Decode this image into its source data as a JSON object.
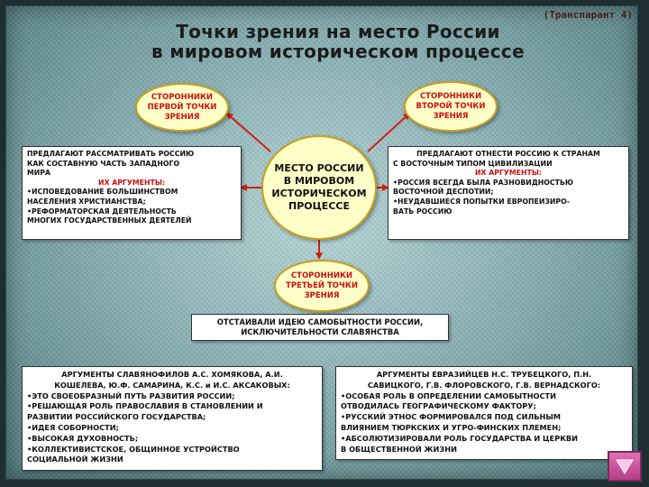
{
  "title": {
    "line1": "Точки зрения на место России",
    "line2": "в мировом историческом процессе"
  },
  "transparency_label": "(Транспарант 4)",
  "center": {
    "l1": "МЕСТО РОССИИ",
    "l2": "В МИРОВОМ",
    "l3": "ИСТОРИЧЕСКОМ",
    "l4": "ПРОЦЕССЕ"
  },
  "first": {
    "oval": {
      "l1": "СТОРОННИКИ",
      "l2": "ПЕРВОЙ ТОЧКИ",
      "l3": "ЗРЕНИЯ"
    },
    "lines": [
      "ПРЕДЛАГАЮТ РАССМАТРИВАТЬ РОССИЮ",
      "КАК СОСТАВНУЮ ЧАСТЬ ЗАПАДНОГО",
      "МИРА"
    ],
    "args_title": "ИХ АРГУМЕНТЫ:",
    "args": [
      "•ИСПОВЕДОВАНИЕ БОЛЬШИНСТВОМ",
      "НАСЕЛЕНИЯ ХРИСТИАНСТВА;",
      "•РЕФОРМАТОРСКАЯ ДЕЯТЕЛЬНОСТЬ",
      "МНОГИХ ГОСУДАРСТВЕННЫХ ДЕЯТЕЛЕЙ"
    ]
  },
  "second": {
    "oval": {
      "l1": "СТОРОННИКИ",
      "l2": "ВТОРОЙ ТОЧКИ",
      "l3": "ЗРЕНИЯ"
    },
    "lines": [
      "ПРЕДЛАГАЮТ ОТНЕСТИ РОССИЮ К СТРАНАМ",
      "С ВОСТОЧНЫМ ТИПОМ ЦИВИЛИЗАЦИИ"
    ],
    "args_title": "ИХ АРГУМЕНТЫ:",
    "args": [
      "•РОССИЯ ВСЕГДА БЫЛА РАЗНОВИДНОСТЬЮ",
      "ВОСТОЧНОЙ ДЕСПОТИИ;",
      "•НЕУДАВШИЕСЯ ПОПЫТКИ ЕВРОПЕИЗИРО-",
      "ВАТЬ РОССИЮ"
    ]
  },
  "third": {
    "oval": {
      "l1": "СТОРОННИКИ",
      "l2": "ТРЕТЬЕЙ ТОЧКИ",
      "l3": "ЗРЕНИЯ"
    },
    "idea": {
      "l1": "ОТСТАИВАЛИ ИДЕЮ САМОБЫТНОСТИ РОССИИ,",
      "l2": "ИСКЛЮЧИТЕЛЬНОСТИ СЛАВЯНСТВА"
    },
    "slav": {
      "head": [
        "АРГУМЕНТЫ СЛАВЯНОФИЛОВ А.С. ХОМЯКОВА, А.И.",
        "КОШЕЛЕВА, Ю.Ф. САМАРИНА, К.С. и И.С. АКСАКОВЫХ:"
      ],
      "items": [
        "•ЭТО СВОЕОБРАЗНЫЙ ПУТЬ РАЗВИТИЯ РОССИИ;",
        "•РЕШАЮЩАЯ РОЛЬ ПРАВОСЛАВИЯ В СТАНОВЛЕНИИ И",
        "РАЗВИТИИ РОССИЙСКОГО ГОСУДАРСТВА;",
        "•ИДЕЯ СОБОРНОСТИ;",
        "•ВЫСОКАЯ ДУХОВНОСТЬ;",
        "•КОЛЛЕКТИВИСТСКОЕ, ОБЩИННОЕ УСТРОЙСТВО",
        "СОЦИАЛЬНОЙ ЖИЗНИ"
      ]
    },
    "eur": {
      "head": [
        "АРГУМЕНТЫ ЕВРАЗИЙЦЕВ Н.С. ТРУБЕЦКОГО, П.Н.",
        "САВИЦКОГО, Г.В. ФЛОРОВСКОГО, Г.В. ВЕРНАДСКОГО:"
      ],
      "items": [
        "•ОСОБАЯ РОЛЬ В ОПРЕДЕЛЕНИИ САМОБЫТНОСТИ",
        "ОТВОДИЛАСЬ ГЕОГРАФИЧЕСКОМУ ФАКТОРУ;",
        "•РУССКИЙ ЭТНОС ФОРМИРОВАЛСЯ ПОД СИЛЬНЫМ",
        "ВЛИЯНИЕМ ТЮРКСКИХ И УГРО-ФИНСКИХ ПЛЕМЕН;",
        "•АБСОЛЮТИЗИРОВАЛИ РОЛЬ ГОСУДАРСТВА И ЦЕРКВИ",
        "В ОБЩЕСТВЕННОЙ ЖИЗНИ"
      ]
    }
  },
  "nav": {
    "icon": "triangle-down-icon"
  }
}
